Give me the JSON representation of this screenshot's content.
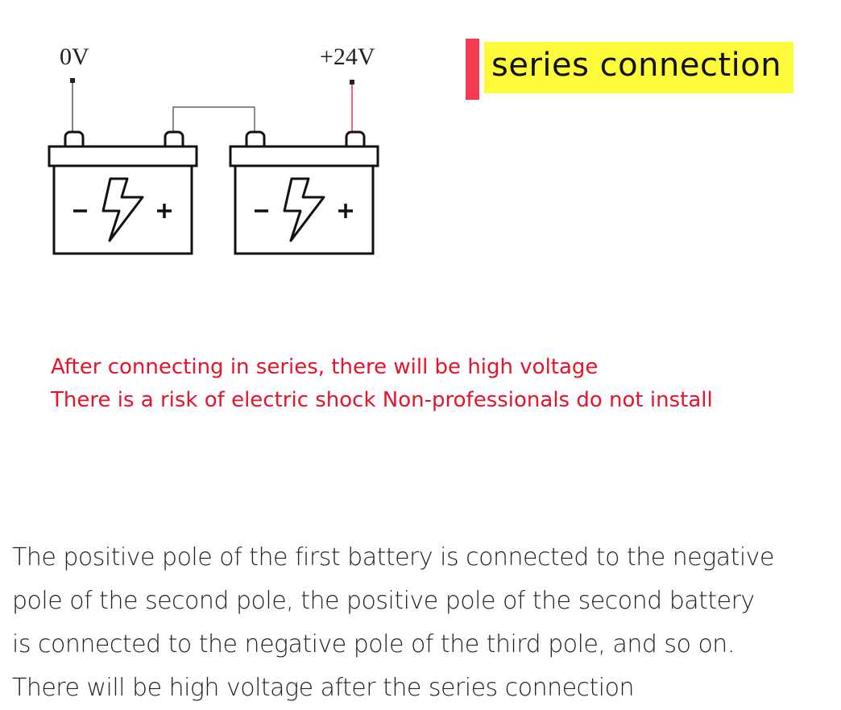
{
  "diagram": {
    "title": "series connection",
    "terminals": {
      "negative_label": "0V",
      "positive_label": "+24V"
    },
    "batteries": [
      {
        "minus_symbol": "-",
        "plus_symbol": "+"
      },
      {
        "minus_symbol": "-",
        "plus_symbol": "+"
      }
    ],
    "colors": {
      "title_accent": "#f53b4f",
      "title_highlight": "#fdfb3a",
      "positive_wire": "#e8324a",
      "warning_text": "#e8132a"
    }
  },
  "warning": {
    "lines": [
      "After connecting in series, there will be high voltage",
      "There is a risk of electric shock Non-professionals do not install"
    ]
  },
  "description": {
    "lines": [
      "The positive pole of the first battery is connected to the negative",
      "pole of the second pole, the positive pole of the second battery",
      "is connected to the negative pole of the third pole, and so on.",
      "There will be high voltage after the series connection"
    ]
  }
}
